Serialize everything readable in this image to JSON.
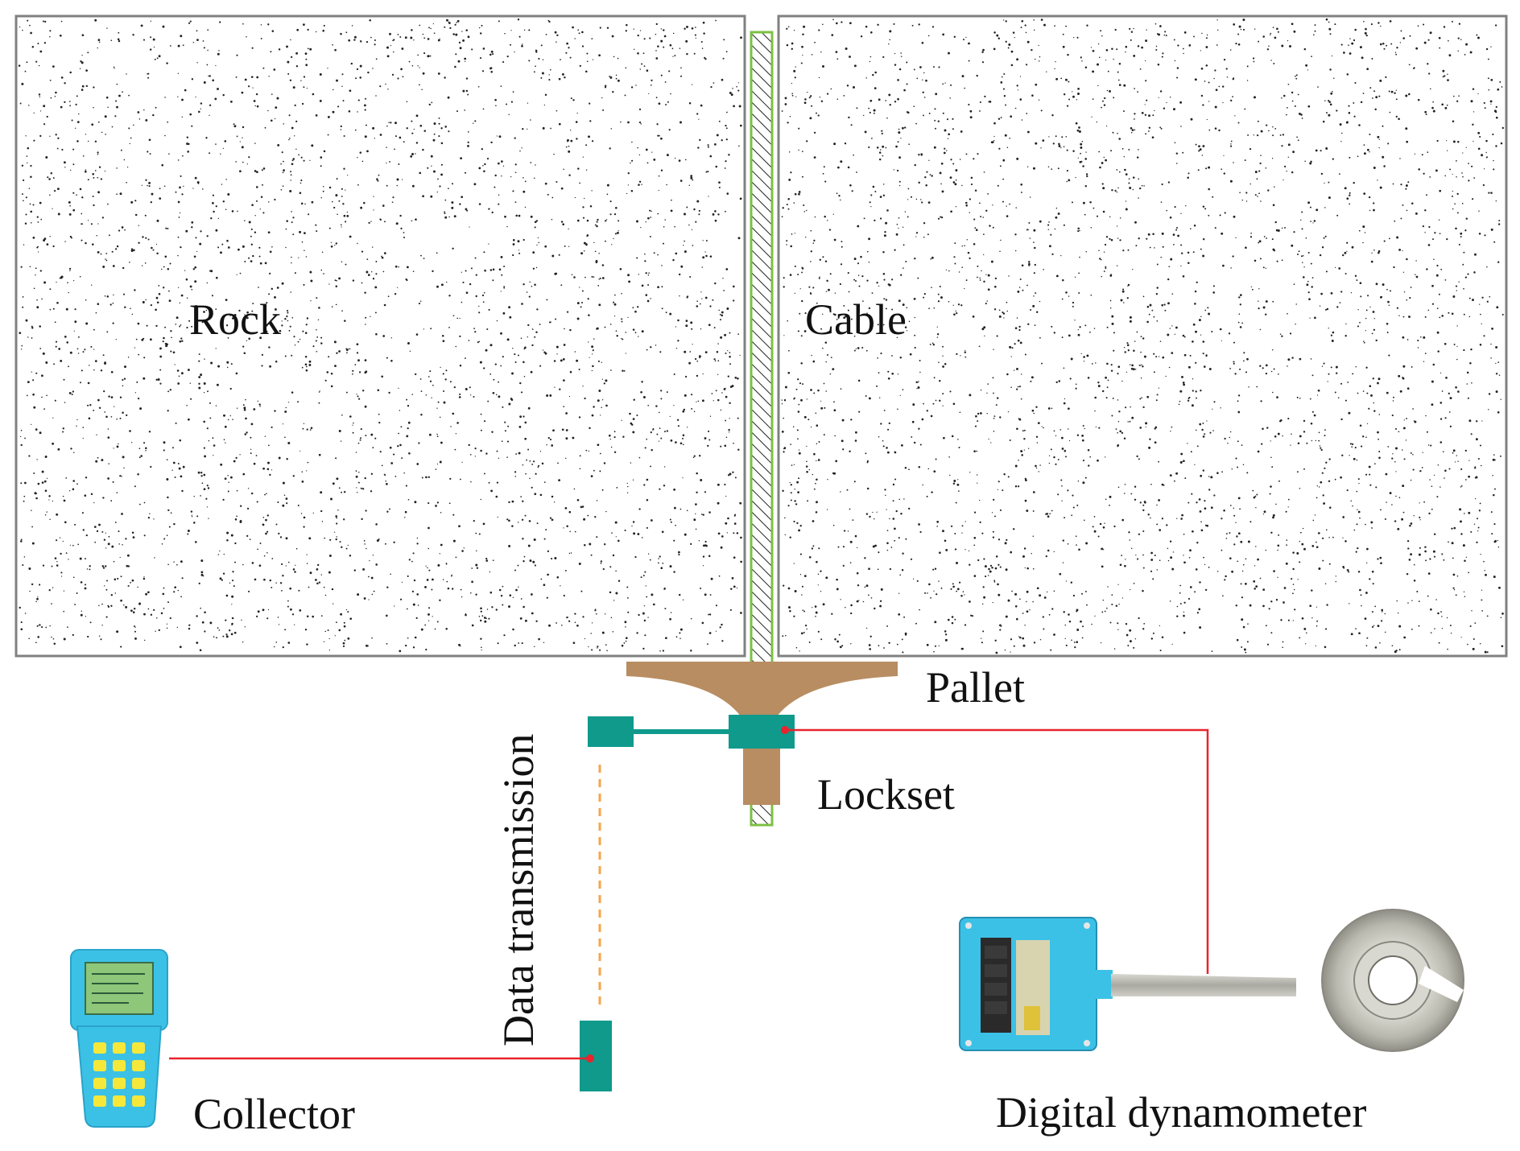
{
  "labels": {
    "rock": "Rock",
    "cable": "Cable",
    "pallet": "Pallet",
    "lockset": "Lockset",
    "data_transmission": "Data transmission",
    "collector": "Collector",
    "digital_dynamometer": "Digital dynamometer"
  },
  "colors": {
    "rock_border": "#808080",
    "cable_green": "#7cc043",
    "pallet_brown": "#b88d62",
    "lockset_teal": "#0f9a8c",
    "wire_red": "#e8242c",
    "dash_orange": "#f5a54a",
    "device_blue": "#3cc1e6",
    "keypad_yellow": "#f5e83a",
    "screen_green": "#8ec67a"
  },
  "icons": {
    "collector": "handheld-collector-icon",
    "dynamometer": "digital-dynamometer-icon",
    "sensor": "annular-load-cell-icon"
  }
}
